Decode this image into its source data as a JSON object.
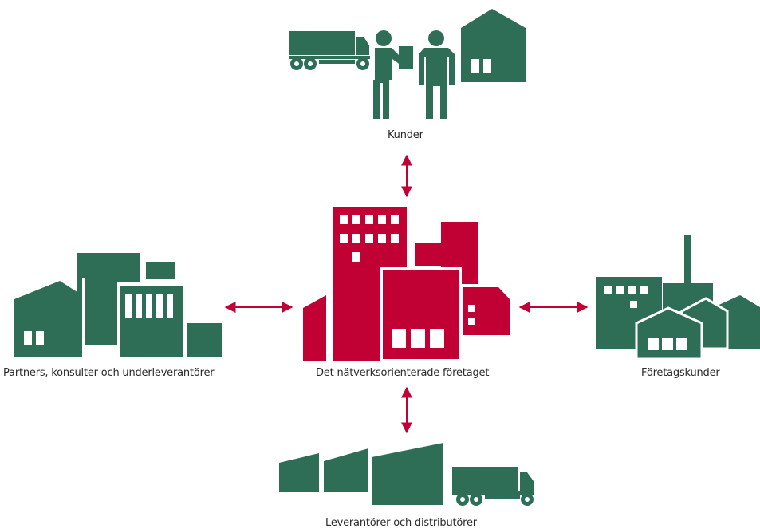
{
  "colors": {
    "green": "#2e6e57",
    "red": "#c10034",
    "white": "#ffffff"
  },
  "nodes": {
    "customers": {
      "label": "Kunder",
      "icons": [
        "truck-icon",
        "person-icon",
        "person-icon",
        "house-icon"
      ]
    },
    "center": {
      "label": "Det nätverksorienterade företaget",
      "icons": [
        "office-buildings-icon"
      ]
    },
    "partners": {
      "label": "Partners, konsulter och underleverantörer",
      "icons": [
        "buildings-icon"
      ]
    },
    "corporate_customers": {
      "label": "Företagskunder",
      "icons": [
        "factory-icon"
      ]
    },
    "suppliers": {
      "label": "Leverantörer och distributörer",
      "icons": [
        "warehouses-icon",
        "truck-icon"
      ]
    }
  },
  "connections": [
    {
      "from": "center",
      "to": "customers"
    },
    {
      "from": "center",
      "to": "partners"
    },
    {
      "from": "center",
      "to": "corporate_customers"
    },
    {
      "from": "center",
      "to": "suppliers"
    }
  ]
}
